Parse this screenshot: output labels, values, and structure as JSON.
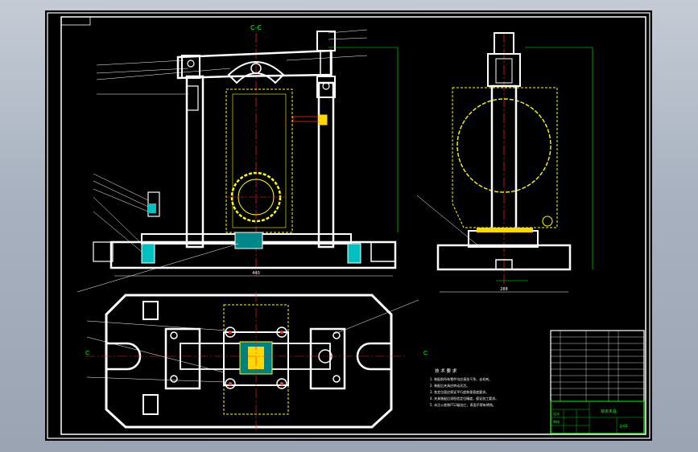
{
  "drawing": {
    "section_label": "C-C",
    "section_arrow_left": "C",
    "section_arrow_right": "C",
    "dimension_front": "440",
    "dimension_side": "288",
    "technical_requirements_title": "技 术 要 求",
    "technical_requirements": [
      "1. 装配前所有零件均应清洗干净，去毛刺。",
      "2. 装配后夹具应转动灵活。",
      "3. 各定位面应保证平行度和垂直度要求。",
      "4. 夹具装配后须检验定位精度，保证加工要求。",
      "5. 未注公差按IT12级加工，表面不得有锈蚀。"
    ]
  },
  "title_block": {
    "drawing_name": "铣床夹具",
    "drawing_code": "JJ-01",
    "designer_label": "设计",
    "checker_label": "审核"
  },
  "colors": {
    "background": "#a9b3c1",
    "sheet": "#000000",
    "outline": "#ffffff",
    "hidden_line": "#ffff00",
    "center_line": "#ff2020",
    "dimension": "#00ff00",
    "leader": "#ffffff",
    "fill_cyan": "#00ffff",
    "fill_magenta": "#ff00ff"
  }
}
